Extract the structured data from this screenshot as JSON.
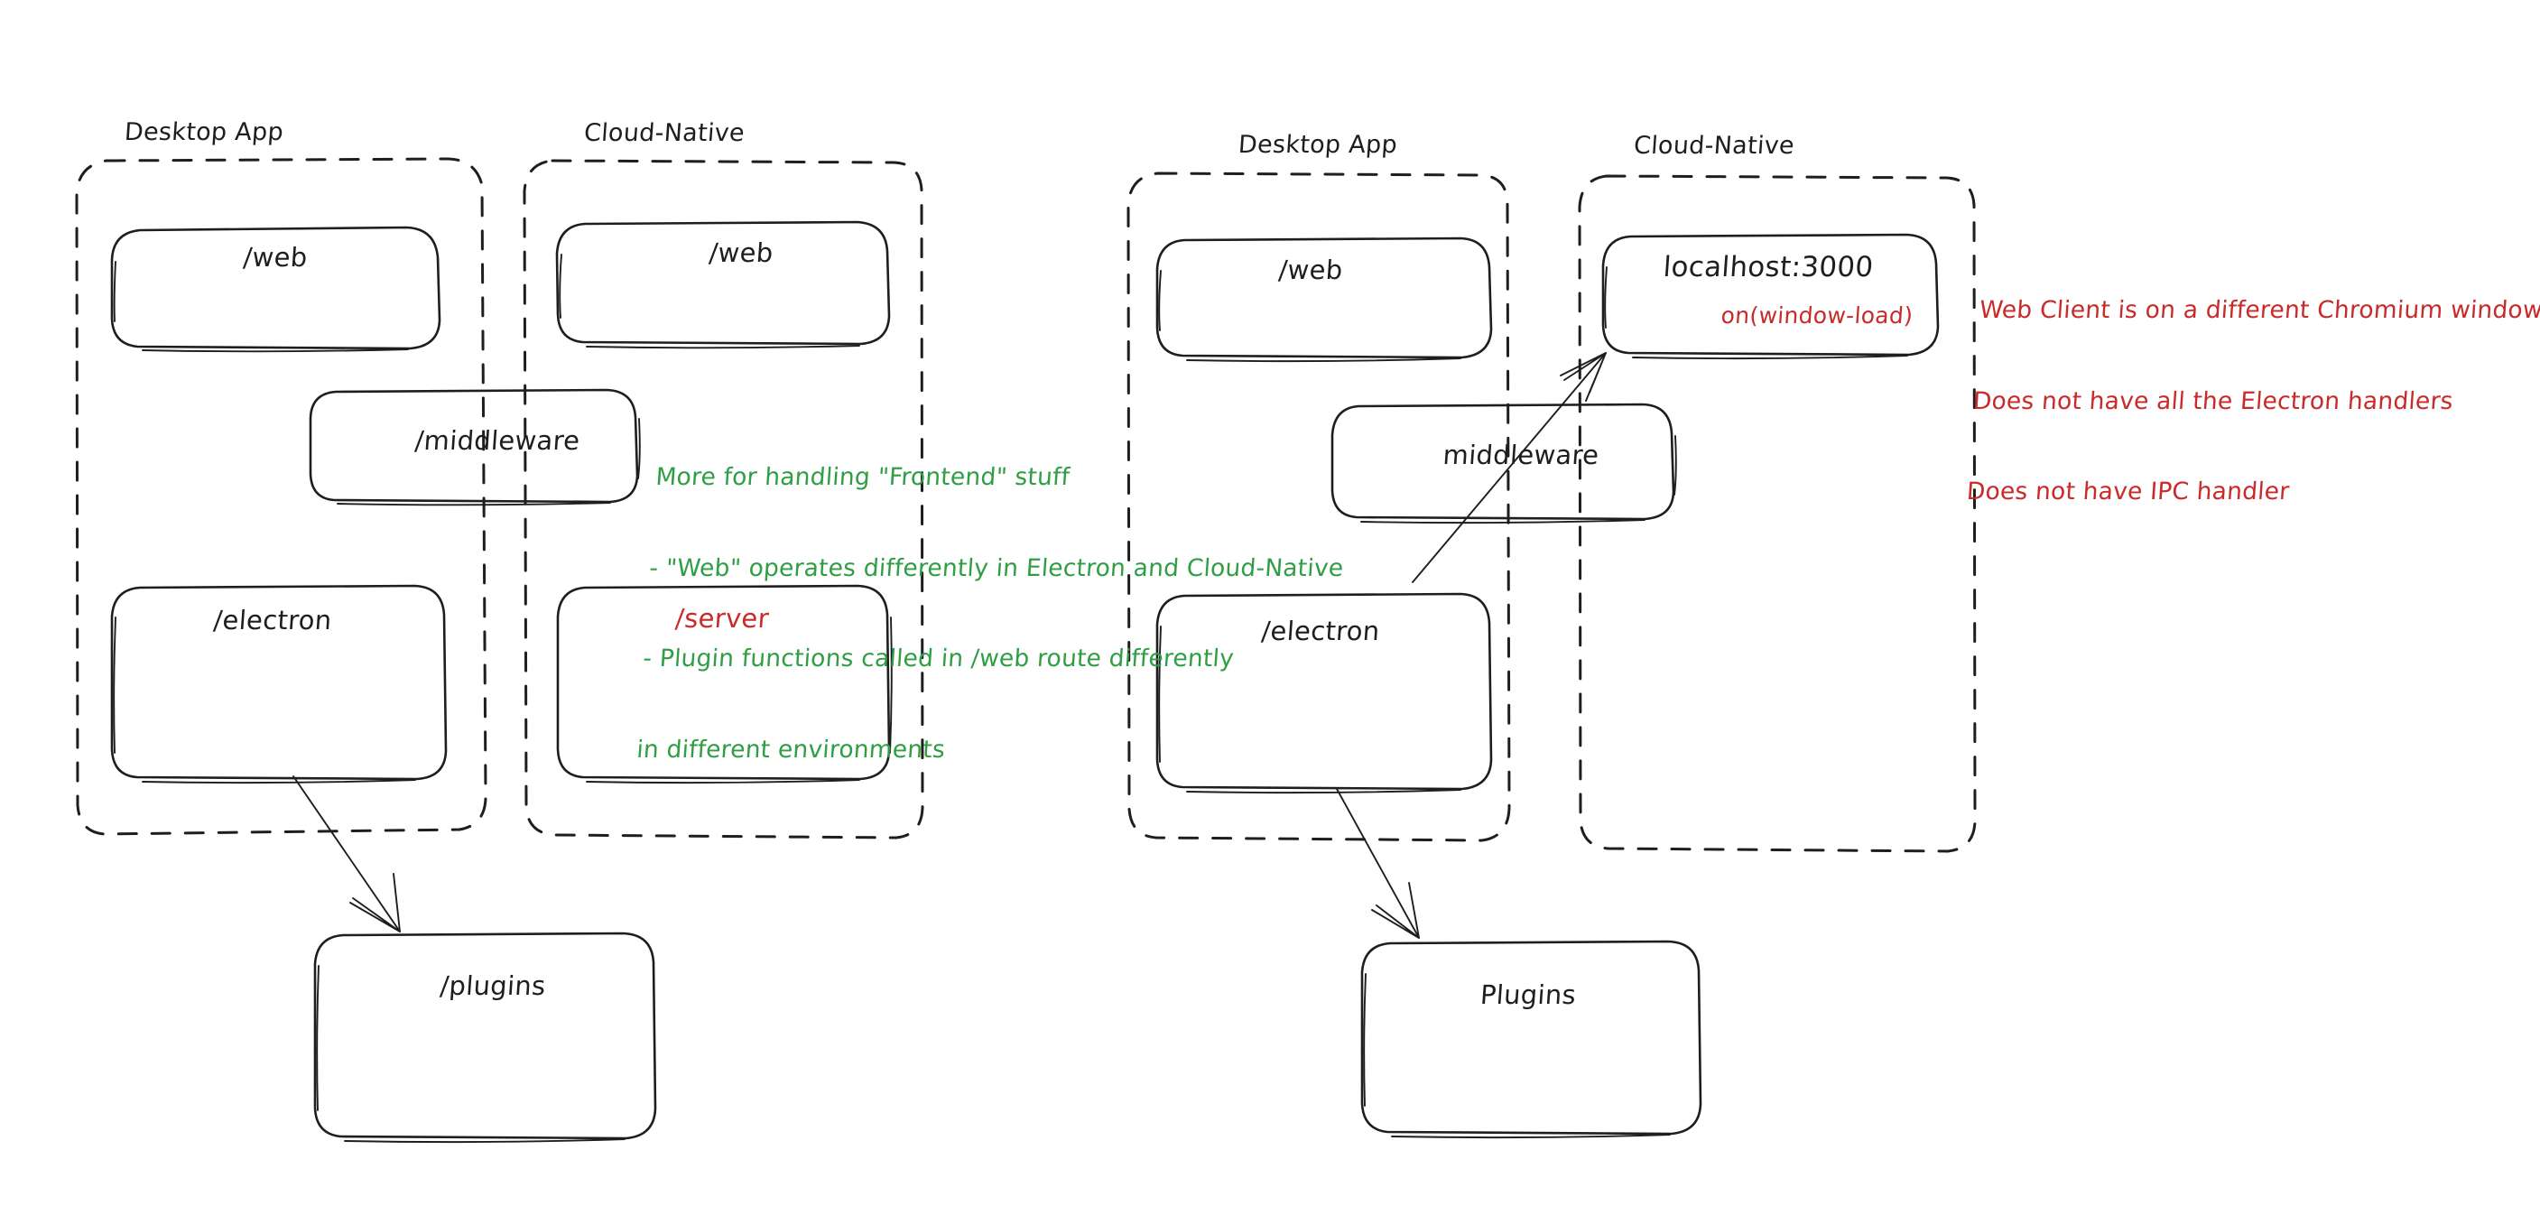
{
  "meta": {
    "colors": {
      "stroke": "#1e1e1e",
      "green": "#2f9e44",
      "red": "#c92a2a",
      "background": "#ffffff"
    }
  },
  "diagrams": [
    {
      "id": "left-diagram",
      "groups": [
        {
          "id": "left-desktop-app",
          "label": "Desktop App",
          "nodes": [
            {
              "id": "left-desktop-web",
              "label": "/web",
              "color": "black"
            },
            {
              "id": "left-electron",
              "label": "/electron",
              "color": "black"
            }
          ]
        },
        {
          "id": "left-cloud-native",
          "label": "Cloud-Native",
          "nodes": [
            {
              "id": "left-cloud-web",
              "label": "/web",
              "color": "black"
            },
            {
              "id": "left-server",
              "label": "/server",
              "color": "red"
            }
          ]
        }
      ],
      "shared_nodes": [
        {
          "id": "left-middleware",
          "label": "/middleware",
          "color": "black"
        }
      ],
      "outside_nodes": [
        {
          "id": "left-plugins",
          "label": "/plugins",
          "color": "black"
        }
      ],
      "arrows": [
        {
          "id": "left-electron-to-plugins",
          "from": "left-electron",
          "to": "left-plugins"
        }
      ],
      "annotations": [
        {
          "id": "frontend-note",
          "color": "green",
          "lines": [
            "More for handling \"Frontend\" stuff",
            "- \"Web\" operates differently in Electron and Cloud-Native",
            "- Plugin functions called in /web route differently",
            "in different environments"
          ]
        }
      ]
    },
    {
      "id": "right-diagram",
      "groups": [
        {
          "id": "right-desktop-app",
          "label": "Desktop App",
          "nodes": [
            {
              "id": "right-desktop-web",
              "label": "/web",
              "color": "black"
            },
            {
              "id": "right-electron",
              "label": "/electron",
              "color": "black"
            }
          ]
        },
        {
          "id": "right-cloud-native",
          "label": "Cloud-Native",
          "nodes": [
            {
              "id": "right-localhost",
              "label": "localhost:3000",
              "color": "black",
              "sublabel": "on(window-load)",
              "sublabel_color": "red"
            }
          ]
        }
      ],
      "shared_nodes": [
        {
          "id": "right-middleware",
          "label": "middleware",
          "color": "black"
        }
      ],
      "outside_nodes": [
        {
          "id": "right-plugins",
          "label": "Plugins",
          "color": "black"
        }
      ],
      "arrows": [
        {
          "id": "right-electron-to-localhost",
          "from": "right-electron",
          "to": "right-localhost"
        },
        {
          "id": "right-electron-to-plugins",
          "from": "right-electron",
          "to": "right-plugins"
        }
      ],
      "annotations": [
        {
          "id": "web-client-note",
          "color": "red",
          "lines": [
            "Web Client is on a different Chromium window",
            "Does not have all the Electron handlers",
            "Does not have IPC handler"
          ]
        }
      ]
    }
  ],
  "text": {
    "left": {
      "group_desktop_label": "Desktop App",
      "group_cloud_label": "Cloud-Native",
      "web_desktop": "/web",
      "web_cloud": "/web",
      "middleware": "/middleware",
      "electron": "/electron",
      "server": "/server",
      "plugins": "/plugins",
      "note_line1": "More for handling \"Frontend\" stuff",
      "note_line2": "- \"Web\" operates differently in Electron and Cloud-Native",
      "note_line3": "- Plugin functions called in /web route differently",
      "note_line4": "in different environments"
    },
    "right": {
      "group_desktop_label": "Desktop App",
      "group_cloud_label": "Cloud-Native",
      "web_desktop": "/web",
      "localhost": "localhost:3000",
      "on_window_load": "on(window-load)",
      "middleware": "middleware",
      "electron": "/electron",
      "plugins": "Plugins",
      "note_line1": "Web Client is on a different Chromium window",
      "note_line2": "Does not have all the Electron handlers",
      "note_line3": "Does not have IPC handler"
    }
  }
}
